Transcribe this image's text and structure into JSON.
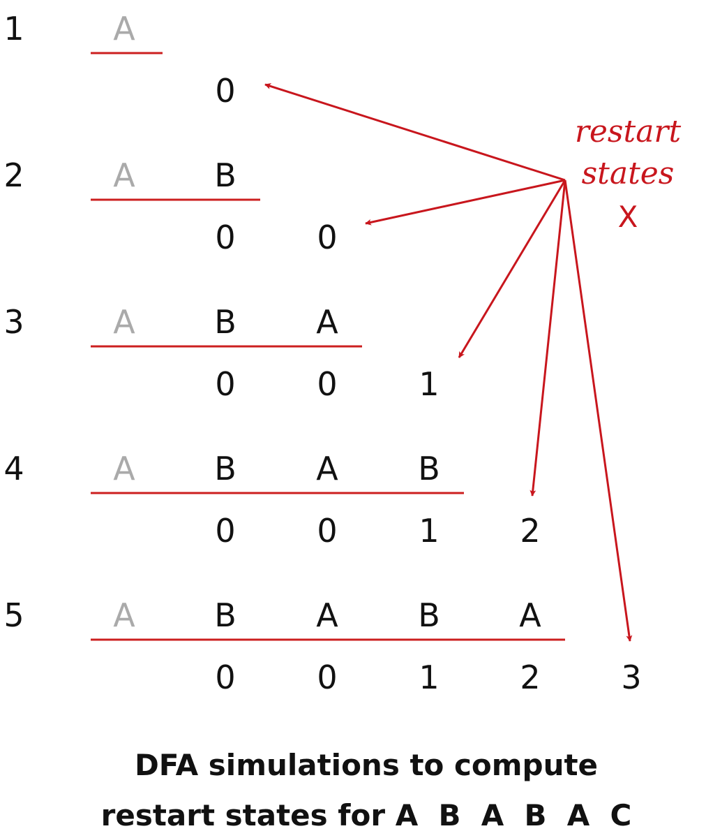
{
  "rows": [
    {
      "number": "1",
      "pattern": [
        "A"
      ],
      "states": [
        "0"
      ]
    },
    {
      "number": "2",
      "pattern": [
        "A",
        "B"
      ],
      "states": [
        "0",
        "0"
      ]
    },
    {
      "number": "3",
      "pattern": [
        "A",
        "B",
        "A"
      ],
      "states": [
        "0",
        "0",
        "1"
      ]
    },
    {
      "number": "4",
      "pattern": [
        "A",
        "B",
        "A",
        "B"
      ],
      "states": [
        "0",
        "0",
        "1",
        "2"
      ]
    },
    {
      "number": "5",
      "pattern": [
        "A",
        "B",
        "A",
        "B",
        "A"
      ],
      "states": [
        "0",
        "0",
        "1",
        "2",
        "3"
      ]
    }
  ],
  "label": {
    "line1": "restart",
    "line2": "states",
    "line3": "X"
  },
  "caption": {
    "line1": "DFA simulations to compute",
    "line2": "restart states for A  B  A  B  A  C"
  },
  "colors": {
    "accent": "#c8161d",
    "rule": "#cc1f1f",
    "first_symbol": "#aaaaaa",
    "text": "#111111"
  }
}
